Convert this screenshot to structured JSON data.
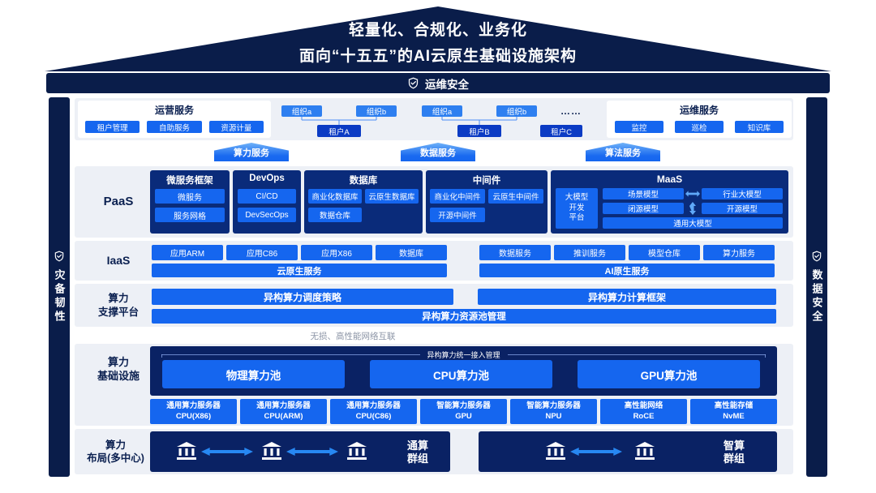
{
  "colors": {
    "navy": "#0A1D4A",
    "panel_blue": "#0A2B7A",
    "deep_blue": "#0A2264",
    "button_blue": "#1566EF",
    "org_blue": "#2E7FF0",
    "tenant_blue": "#0B3BC4",
    "arrow_blue": "#2788F3",
    "strip_gray": "#EDF0F6"
  },
  "roof": {
    "line1": "轻量化、合规化、业务化",
    "line2": "面向“十五五”的AI云原生基础设施架构"
  },
  "top_bar": {
    "label": "运维安全",
    "icon": "shield-check-icon"
  },
  "pillars": {
    "left": {
      "label": "灾备韧性",
      "icon": "shield-check-icon"
    },
    "right": {
      "label": "数据安全",
      "icon": "shield-check-icon"
    }
  },
  "services": {
    "ops": {
      "title": "运营服务",
      "buttons": [
        "租户管理",
        "自助服务",
        "资源计量"
      ]
    },
    "tree": {
      "groups": [
        {
          "org1": "组织a",
          "org2": "组织b",
          "tenant": "租户A"
        },
        {
          "org1": "组织a",
          "org2": "组织b",
          "tenant": "租户B"
        }
      ],
      "ellipsis": "……",
      "tenant3": "租户C"
    },
    "om": {
      "title": "运维服务",
      "buttons": [
        "监控",
        "巡检",
        "知识库"
      ]
    }
  },
  "banners": [
    "算力服务",
    "数据服务",
    "算法服务"
  ],
  "paas": {
    "label": "PaaS",
    "groups": {
      "micro": {
        "title": "微服务框架",
        "btn1": "微服务",
        "btn2": "服务网格"
      },
      "devops": {
        "title": "DevOps",
        "btn1": "CI/CD",
        "btn2": "DevSecOps"
      },
      "db": {
        "title": "数据库",
        "btn1": "商业化数据库",
        "btn2": "云原生数据库",
        "btn3": "数据仓库"
      },
      "mw": {
        "title": "中间件",
        "btn1": "商业化中间件",
        "btn2": "云原生中间件",
        "btn3": "开源中间件"
      },
      "maas": {
        "title": "MaaS",
        "platform": "大模型\n开发\n平台",
        "scene": "场景模型",
        "industry": "行业大模型",
        "closed": "闭源模型",
        "open": "开源模型",
        "general": "通用大模型"
      }
    }
  },
  "iaas": {
    "label": "IaaS",
    "left": {
      "buttons": [
        "应用ARM",
        "应用C86",
        "应用X86",
        "数据库"
      ],
      "wide": "云原生服务"
    },
    "right": {
      "buttons": [
        "数据服务",
        "推训服务",
        "模型仓库",
        "算力服务"
      ],
      "wide": "AI原生服务"
    }
  },
  "support": {
    "label1": "算力",
    "label2": "支撑平台",
    "scheduler": "异构算力调度策略",
    "framework": "异构算力计算框架",
    "pool_mgmt": "异构算力资源池管理"
  },
  "network_note": "无损、高性能网络互联",
  "infra": {
    "label1": "算力",
    "label2": "基础设施",
    "access": "异构算力统一接入管理",
    "pools": [
      "物理算力池",
      "CPU算力池",
      "GPU算力池"
    ],
    "servers": [
      {
        "l1": "通用算力服务器",
        "l2": "CPU(X86)"
      },
      {
        "l1": "通用算力服务器",
        "l2": "CPU(ARM)"
      },
      {
        "l1": "通用算力服务器",
        "l2": "CPU(C86)"
      },
      {
        "l1": "智能算力服务器",
        "l2": "GPU"
      },
      {
        "l1": "智能算力服务器",
        "l2": "NPU"
      },
      {
        "l1": "高性能网络",
        "l2": "RoCE"
      },
      {
        "l1": "高性能存储",
        "l2": "NvME"
      }
    ]
  },
  "layout": {
    "label1": "算力",
    "label2": "布局(多中心)",
    "group1": {
      "l1": "通算",
      "l2": "群组"
    },
    "group2": {
      "l1": "智算",
      "l2": "群组"
    }
  }
}
